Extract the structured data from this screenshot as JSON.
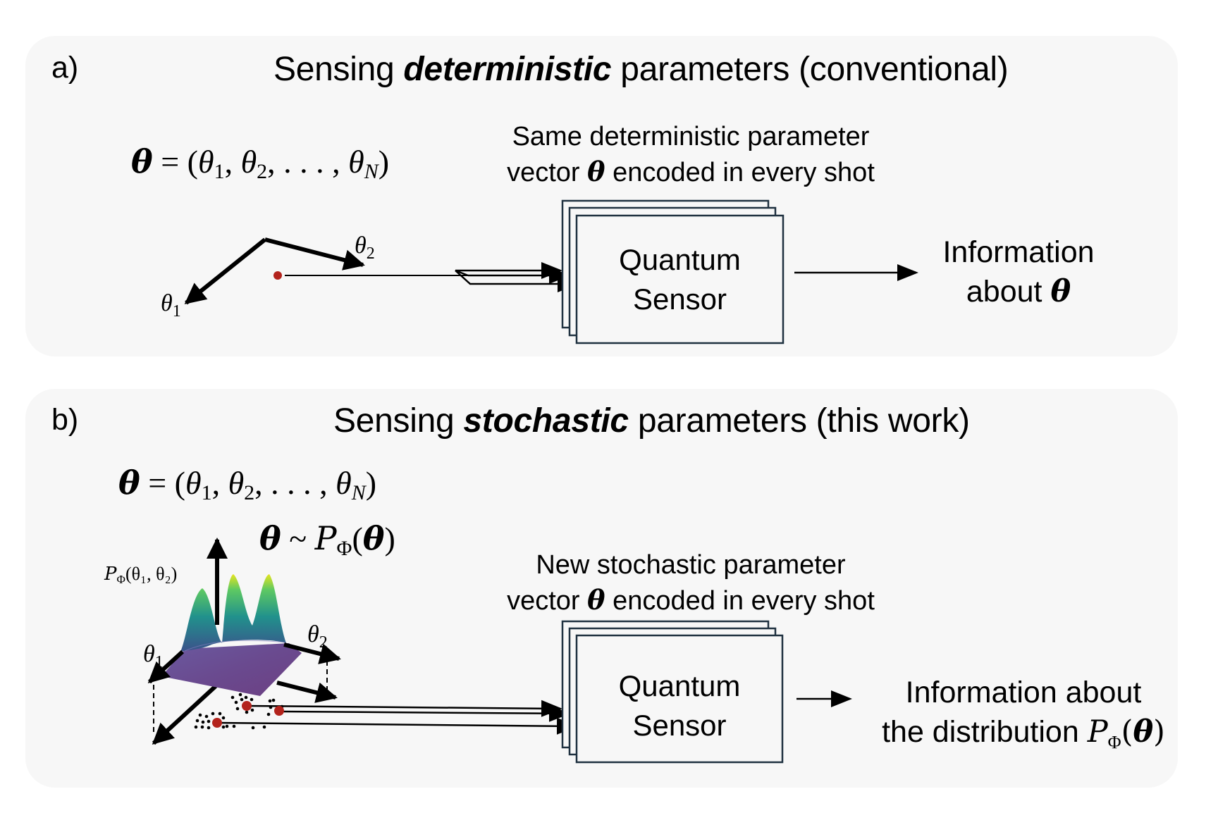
{
  "panel_a": {
    "tag": "a)",
    "title_prefix": "Sensing ",
    "title_emphasis": "deterministic",
    "title_suffix": " parameters (conventional)",
    "equation": {
      "lhs": "θ",
      "eq": " = (",
      "t1": "θ",
      "s1": "1",
      "t2": "θ",
      "s2": "2",
      "dots": ", . . . , ",
      "tn": "θ",
      "sn": "N",
      "close": ")"
    },
    "axis_labels": {
      "theta1": "θ",
      "theta1_sub": "1",
      "theta2": "θ",
      "theta2_sub": "2"
    },
    "caption_line1": "Same deterministic parameter",
    "caption_line2_pre": "vector ",
    "caption_line2_theta": "θ",
    "caption_line2_post": " encoded in every shot",
    "sensor_line1": "Quantum",
    "sensor_line2": "Sensor",
    "output_line1": "Information",
    "output_line2_pre": "about ",
    "output_line2_theta": "θ"
  },
  "panel_b": {
    "tag": "b)",
    "title_prefix": "Sensing ",
    "title_emphasis": "stochastic",
    "title_suffix": " parameters (this work)",
    "equation1": {
      "lhs": "θ",
      "eq": " = (",
      "t1": "θ",
      "s1": "1",
      "t2": "θ",
      "s2": "2",
      "dots": ", . . . , ",
      "tn": "θ",
      "sn": "N",
      "close": ")"
    },
    "equation2": {
      "lhs": "θ",
      "sim": " ~ ",
      "P": "P",
      "sub": "Φ",
      "open": "(",
      "arg": "θ",
      "close": ")"
    },
    "density_label": {
      "P": "P",
      "sub": "Φ",
      "args": "(θ₁, θ₂)"
    },
    "axis_labels": {
      "theta1": "θ",
      "theta1_sub": "1",
      "theta2": "θ",
      "theta2_sub": "2"
    },
    "caption_line1": "New stochastic parameter",
    "caption_line2_pre": "vector ",
    "caption_line2_theta": "θ",
    "caption_line2_post": " encoded in every shot",
    "sensor_line1": "Quantum",
    "sensor_line2": "Sensor",
    "output_line1": "Information about",
    "output_line2_pre": "the distribution ",
    "output_P": "P",
    "output_sub": "Φ",
    "output_open": "(",
    "output_theta": "θ",
    "output_close": ")"
  },
  "colors": {
    "panel_bg": "#f7f7f7",
    "box_stroke": "#1f3140",
    "sample_dot": "#b3231c",
    "viridis_low": "#5b3a83",
    "viridis_mid": "#2d8b8a",
    "viridis_high": "#e8e51f"
  }
}
